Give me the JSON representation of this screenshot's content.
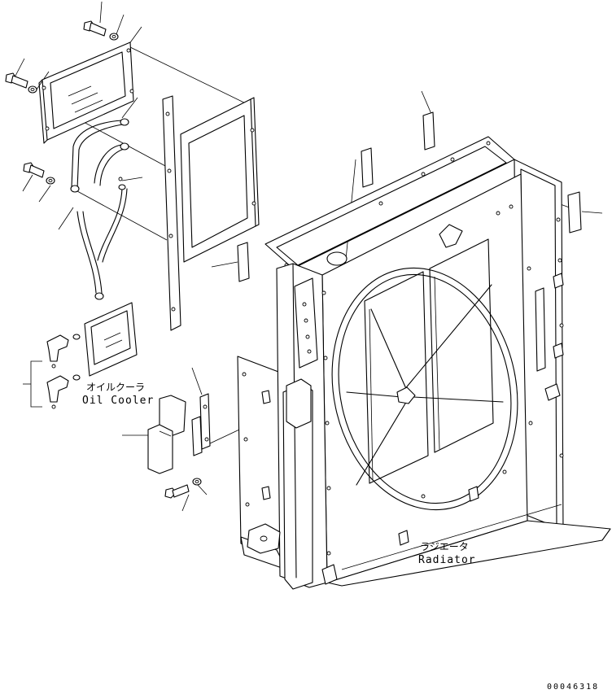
{
  "labels": {
    "oil_cooler_jp": "オイルクーラ",
    "oil_cooler_en": "Oil Cooler",
    "radiator_jp": "ラジエータ",
    "radiator_en": "Radiator"
  },
  "document_number": "00046318"
}
